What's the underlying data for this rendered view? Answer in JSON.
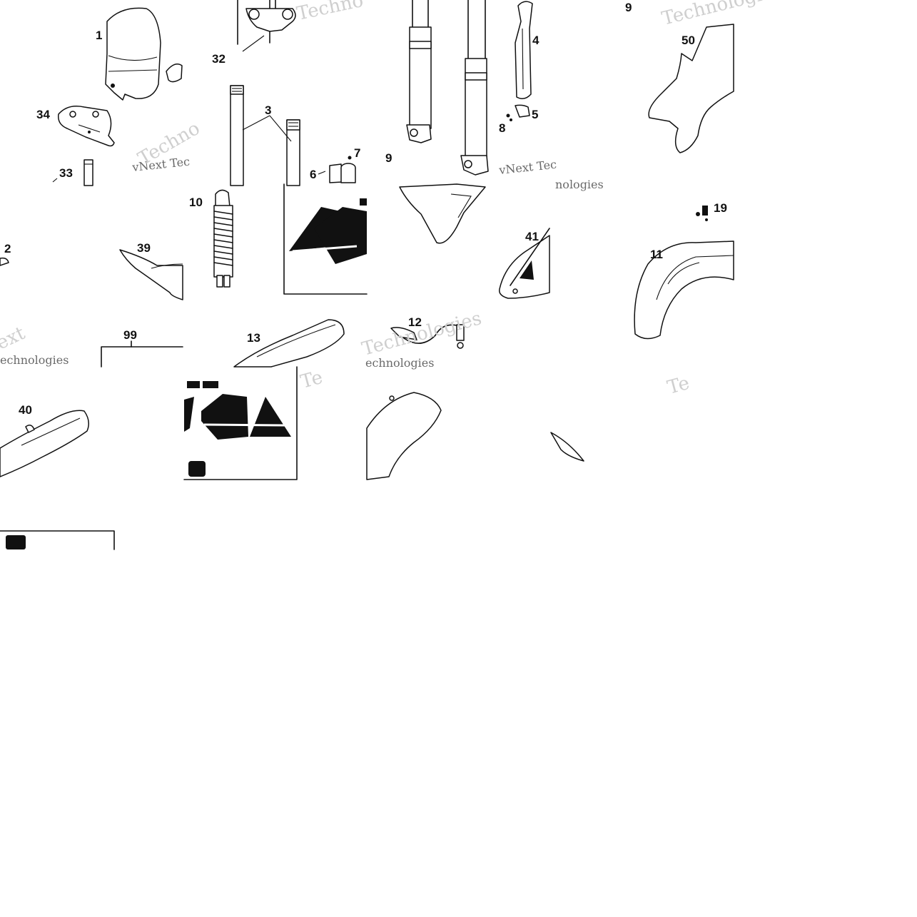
{
  "callouts": [
    "1",
    "32",
    "3",
    "7",
    "6",
    "34",
    "33",
    "4",
    "5",
    "8",
    "9",
    "9",
    "50",
    "10",
    "2",
    "39",
    "41",
    "19",
    "11",
    "12",
    "13",
    "99",
    "40"
  ],
  "watermarks": [
    "Techno",
    "vNext Tec",
    "Technologies",
    "vNext Tec",
    "nologies",
    "ext",
    "echnologies",
    "Technologies",
    "echnologies",
    "Te",
    "Te",
    "Techno"
  ],
  "colors": {
    "ink": "#111111",
    "paper": "#ffffff",
    "watermark": "#cfcfcf"
  }
}
